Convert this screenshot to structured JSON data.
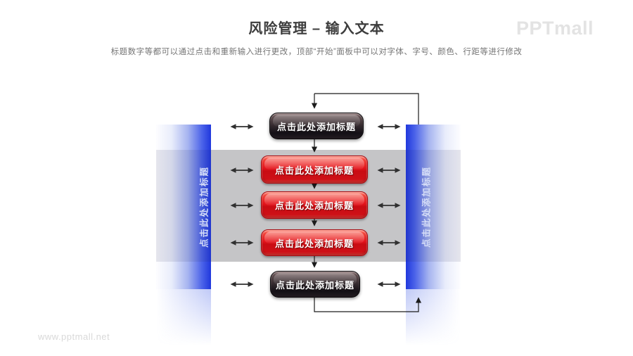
{
  "header": {
    "title": "风险管理 – 输入文本",
    "subtitle": "标题数字等都可以通过点击和重新输入进行更改，顶部“开始”面板中可以对字体、字号、颜色、行距等进行修改",
    "logo": "PPTmall"
  },
  "footer": {
    "url": "www.pptmall.net"
  },
  "diagram": {
    "top_node": {
      "label": "点击此处添加标题"
    },
    "middle_nodes": [
      {
        "label": "点击此处添加标题"
      },
      {
        "label": "点击此处添加标题"
      },
      {
        "label": "点击此处添加标题"
      }
    ],
    "bottom_node": {
      "label": "点击此处添加标题"
    },
    "left_bar": {
      "label": "点击此处添加标题"
    },
    "right_bar": {
      "label": "点击此处添加标题"
    },
    "icons": {
      "double_arrow": "double-arrow-icon",
      "down_arrow": "down-arrow-icon",
      "up_arrow": "up-arrow-icon"
    },
    "colors": {
      "red_node": "#e1121a",
      "dark_node": "#1a1418",
      "blue_bar": "#2038dd",
      "gray_band": "#c5c5c7",
      "connector": "#1c1c1c"
    }
  }
}
